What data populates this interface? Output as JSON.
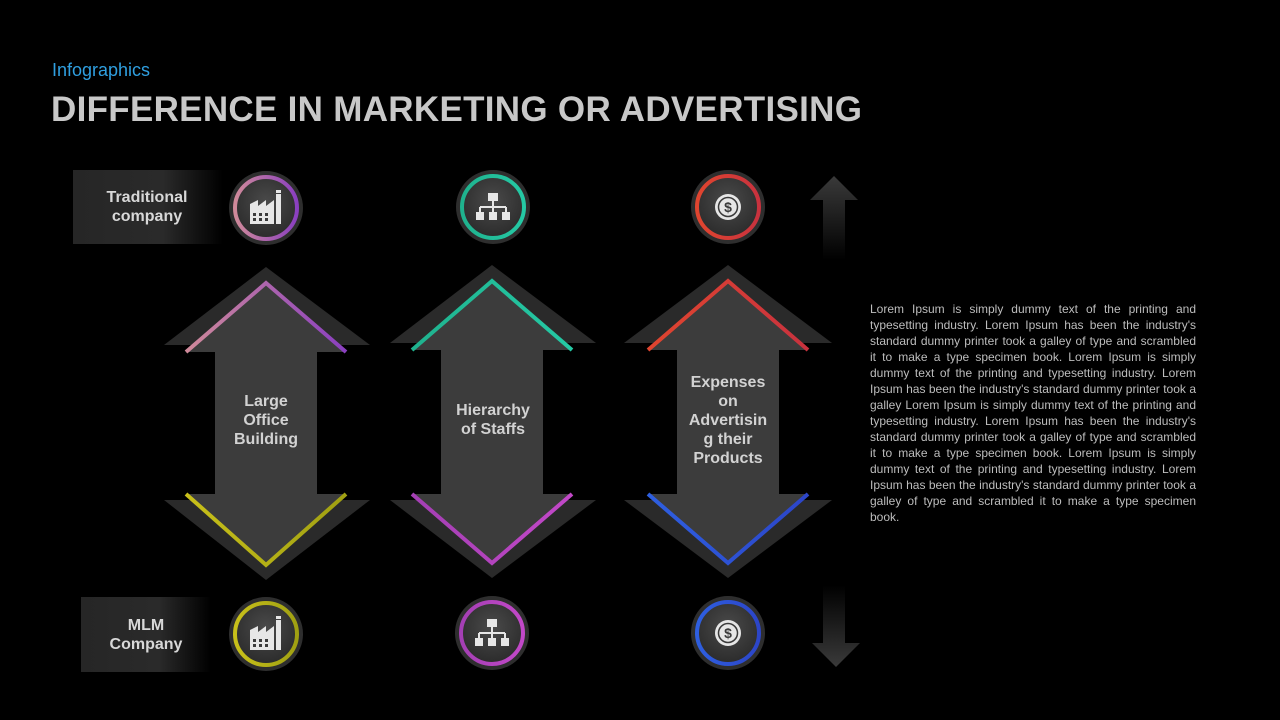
{
  "header": {
    "subtitle": "Infographics",
    "title": "DIFFERENCE IN MARKETING OR ADVERTISING"
  },
  "rows": {
    "top_label": "Traditional company",
    "bottom_label": "MLM Company"
  },
  "columns": [
    {
      "label": "Large Office Building",
      "icon": "factory-icon",
      "top_color": "#c06a8a",
      "top_color_2": "#8a3fc0",
      "bottom_color": "#c8c01a",
      "bottom_color_2": "#9aa010"
    },
    {
      "label": "Hierarchy of Staffs",
      "icon": "org-chart-icon",
      "top_color": "#1fb28e",
      "top_color_2": "#25c9a5",
      "bottom_color": "#a43fb4",
      "bottom_color_2": "#c248c8"
    },
    {
      "label": "Expenses on Advertisin g their Products",
      "icon": "dollar-coin-icon",
      "top_color": "#e0452f",
      "top_color_2": "#c8323e",
      "bottom_color": "#2e5fe0",
      "bottom_color_2": "#2c45c8"
    }
  ],
  "body_text": "Lorem Ipsum is simply dummy text of the printing and typesetting industry. Lorem Ipsum has been the industry's standard dummy printer took a galley of type and scrambled it to make a type specimen book. Lorem Ipsum is simply dummy text of the printing and typesetting industry. Lorem Ipsum has been the industry's standard dummy printer took a galley Lorem Ipsum is simply dummy text of the printing and typesetting industry. Lorem Ipsum has been the industry's standard dummy printer took a galley of type and scrambled it to make a type specimen book. Lorem Ipsum is simply dummy text of the printing and typesetting industry. Lorem Ipsum has been the industry's standard dummy printer took a galley of type and scrambled it to make a type specimen book.",
  "colors": {
    "background": "#000000",
    "subtitle": "#2f9fe0",
    "title": "#c8c8c8",
    "arrow_body": "#3c3c3c",
    "arrow_shadow": "#2a2a2a"
  }
}
